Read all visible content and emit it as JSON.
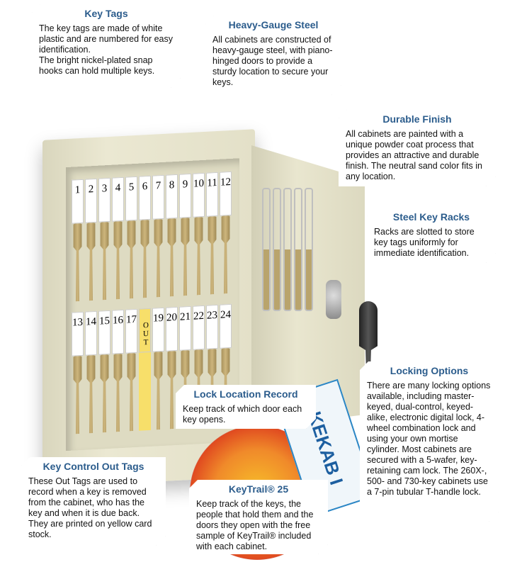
{
  "callouts": {
    "key_tags": {
      "title": "Key Tags",
      "body": "The key tags are made of white plastic and are numbered for easy identification.",
      "body2": "The bright nickel-plated snap hooks can hold multiple keys."
    },
    "steel": {
      "title": "Heavy-Gauge Steel",
      "body": "All cabinets are constructed of heavy-gauge steel, with piano-hinged doors to provide a sturdy location to secure your keys."
    },
    "finish": {
      "title": "Durable Finish",
      "body": "All cabinets are painted with a unique powder coat process that provides an attractive and durable finish. The neutral sand color fits in any location."
    },
    "racks": {
      "title": "Steel Key Racks",
      "body": "Racks are slotted to store key tags uniformly for immediate identification."
    },
    "locking": {
      "title": "Locking Options",
      "body": "There are many locking options available, including master-keyed, dual-control, keyed-alike, electronic digital lock, 4-wheel combination lock and using your own mortise cylinder. Most cabinets are secured with a 5-wafer, key-retaining cam lock. The 260X-, 500- and 730-key cabinets use a 7-pin tubular T-handle lock."
    },
    "lock_record": {
      "title": "Lock Location Record",
      "body": "Keep track of which door each key opens."
    },
    "out_tags": {
      "title": "Key Control Out Tags",
      "body": "These Out Tags are used to record when a key is removed from the cabinet, who has the key and when it is due back. They are printed on yellow card stock."
    },
    "keytrail": {
      "title": "KeyTrail® 25",
      "body": "Keep track of the keys, the people that hold them and the doors they open with the free sample of KeyTrail® included with each cabinet."
    }
  },
  "tags_row1": [
    "1",
    "2",
    "3",
    "4",
    "5",
    "6",
    "7",
    "8",
    "9",
    "10",
    "11",
    "12"
  ],
  "tags_row2": [
    "13",
    "14",
    "15",
    "16",
    "17",
    "OUT",
    "19",
    "20",
    "21",
    "22",
    "23",
    "24"
  ],
  "box_label": "KEKAB I"
}
